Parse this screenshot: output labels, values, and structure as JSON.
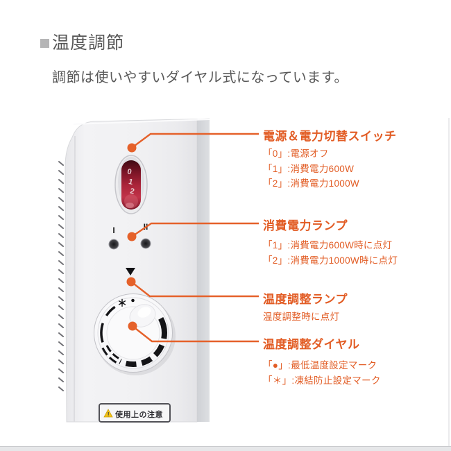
{
  "header": {
    "title": "温度調節",
    "subtitle": "調節は使いやすいダイヤル式になっています。"
  },
  "product": {
    "switch": {
      "positions": [
        "0",
        "1",
        "2"
      ]
    },
    "lamps": {
      "left_label": "I",
      "right_label": "II"
    },
    "dial": {
      "frost_mark": "＊"
    },
    "caution": {
      "text": "使用上の注意",
      "icon_mark": "!"
    }
  },
  "annotations": [
    {
      "title": "電源＆電力切替スイッチ",
      "lines": [
        "「0」:電源オフ",
        "「1」:消費電力600W",
        "「2」:消費電力1000W"
      ]
    },
    {
      "title": "消費電力ランプ",
      "lines": [
        "「1」:消費電力600W時に点灯",
        "「2」:消費電力1000W時に点灯"
      ]
    },
    {
      "title": "温度調整ランプ",
      "lines": [
        "温度調整時に点灯"
      ]
    },
    {
      "title": "温度調整ダイヤル",
      "lines": [
        "「●」:最低温度設定マーク",
        "「＊」:凍結防止設定マーク"
      ]
    }
  ],
  "colors": {
    "accent_orange": "#e5602a",
    "heading_gray": "#595959",
    "switch_red": "#aa2439",
    "caution_yellow": "#f3c318"
  }
}
